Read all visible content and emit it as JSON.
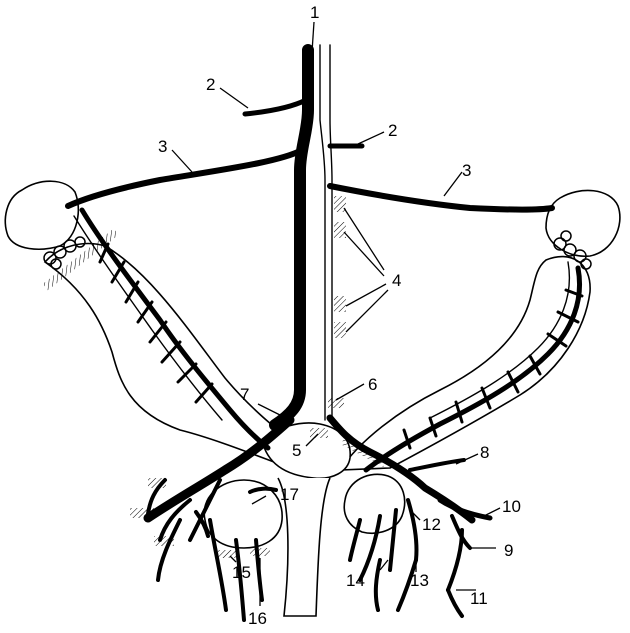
{
  "labels": {
    "l1": "1",
    "l2a": "2",
    "l2b": "2",
    "l3a": "3",
    "l3b": "3",
    "l4": "4",
    "l5": "5",
    "l6": "6",
    "l7": "7",
    "l8": "8",
    "l9": "9",
    "l10": "10",
    "l11": "11",
    "l12": "12",
    "l13": "13",
    "l14": "14",
    "l15": "15",
    "l16": "16",
    "l17": "17"
  }
}
